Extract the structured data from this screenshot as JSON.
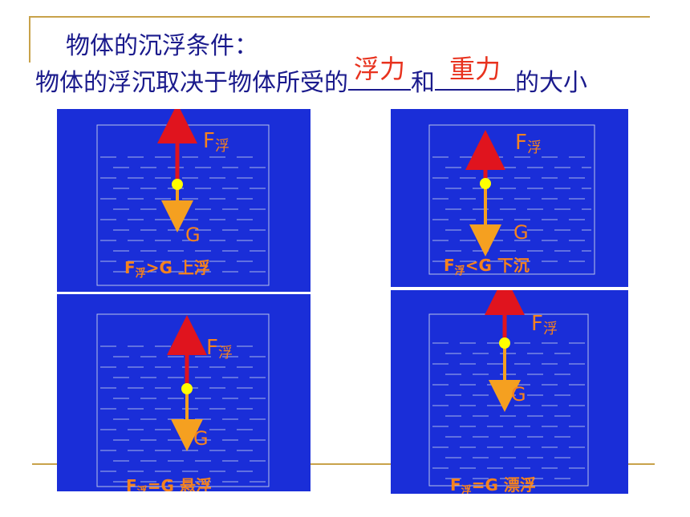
{
  "heading": "物体的沉浮条件：",
  "sentence": {
    "prefix": "物体的浮沉取决于物体所受的",
    "blank1": "浮力",
    "middle": "和",
    "blank2": "重力",
    "suffix": "的大小"
  },
  "colors": {
    "panel": "#1a2ed8",
    "arrow_buoyancy": "#e0141e",
    "arrow_gravity": "#f5a020",
    "text_orange": "#f5821e",
    "body_dot": "#ffff00",
    "accent_line": "#c8a24a",
    "answer": "#e8321e",
    "text": "#1a1a8c"
  },
  "panels": [
    {
      "f_main": "F",
      "f_sub": "浮",
      "g": "G",
      "cond_main": "F",
      "cond_sub": "浮",
      "cond_rel": ">G",
      "state": "上浮",
      "f_len": 1.0,
      "g_len": 0.6
    },
    {
      "f_main": "F",
      "f_sub": "浮",
      "g": "G",
      "cond_main": "F",
      "cond_sub": "浮",
      "cond_rel": "<G",
      "state": "下沉",
      "f_len": 0.55,
      "g_len": 1.0
    },
    {
      "f_main": "F",
      "f_sub": "浮",
      "g": "G",
      "cond_main": "F",
      "cond_sub": "浮",
      "cond_rel": "=G",
      "state": "悬浮",
      "f_len": 1.0,
      "g_len": 1.0
    },
    {
      "f_main": "F",
      "f_sub": "浮",
      "g": "G",
      "cond_main": "F",
      "cond_sub": "浮",
      "cond_rel": "=G",
      "state": "漂浮",
      "f_len": 1.0,
      "g_len": 1.0
    }
  ]
}
